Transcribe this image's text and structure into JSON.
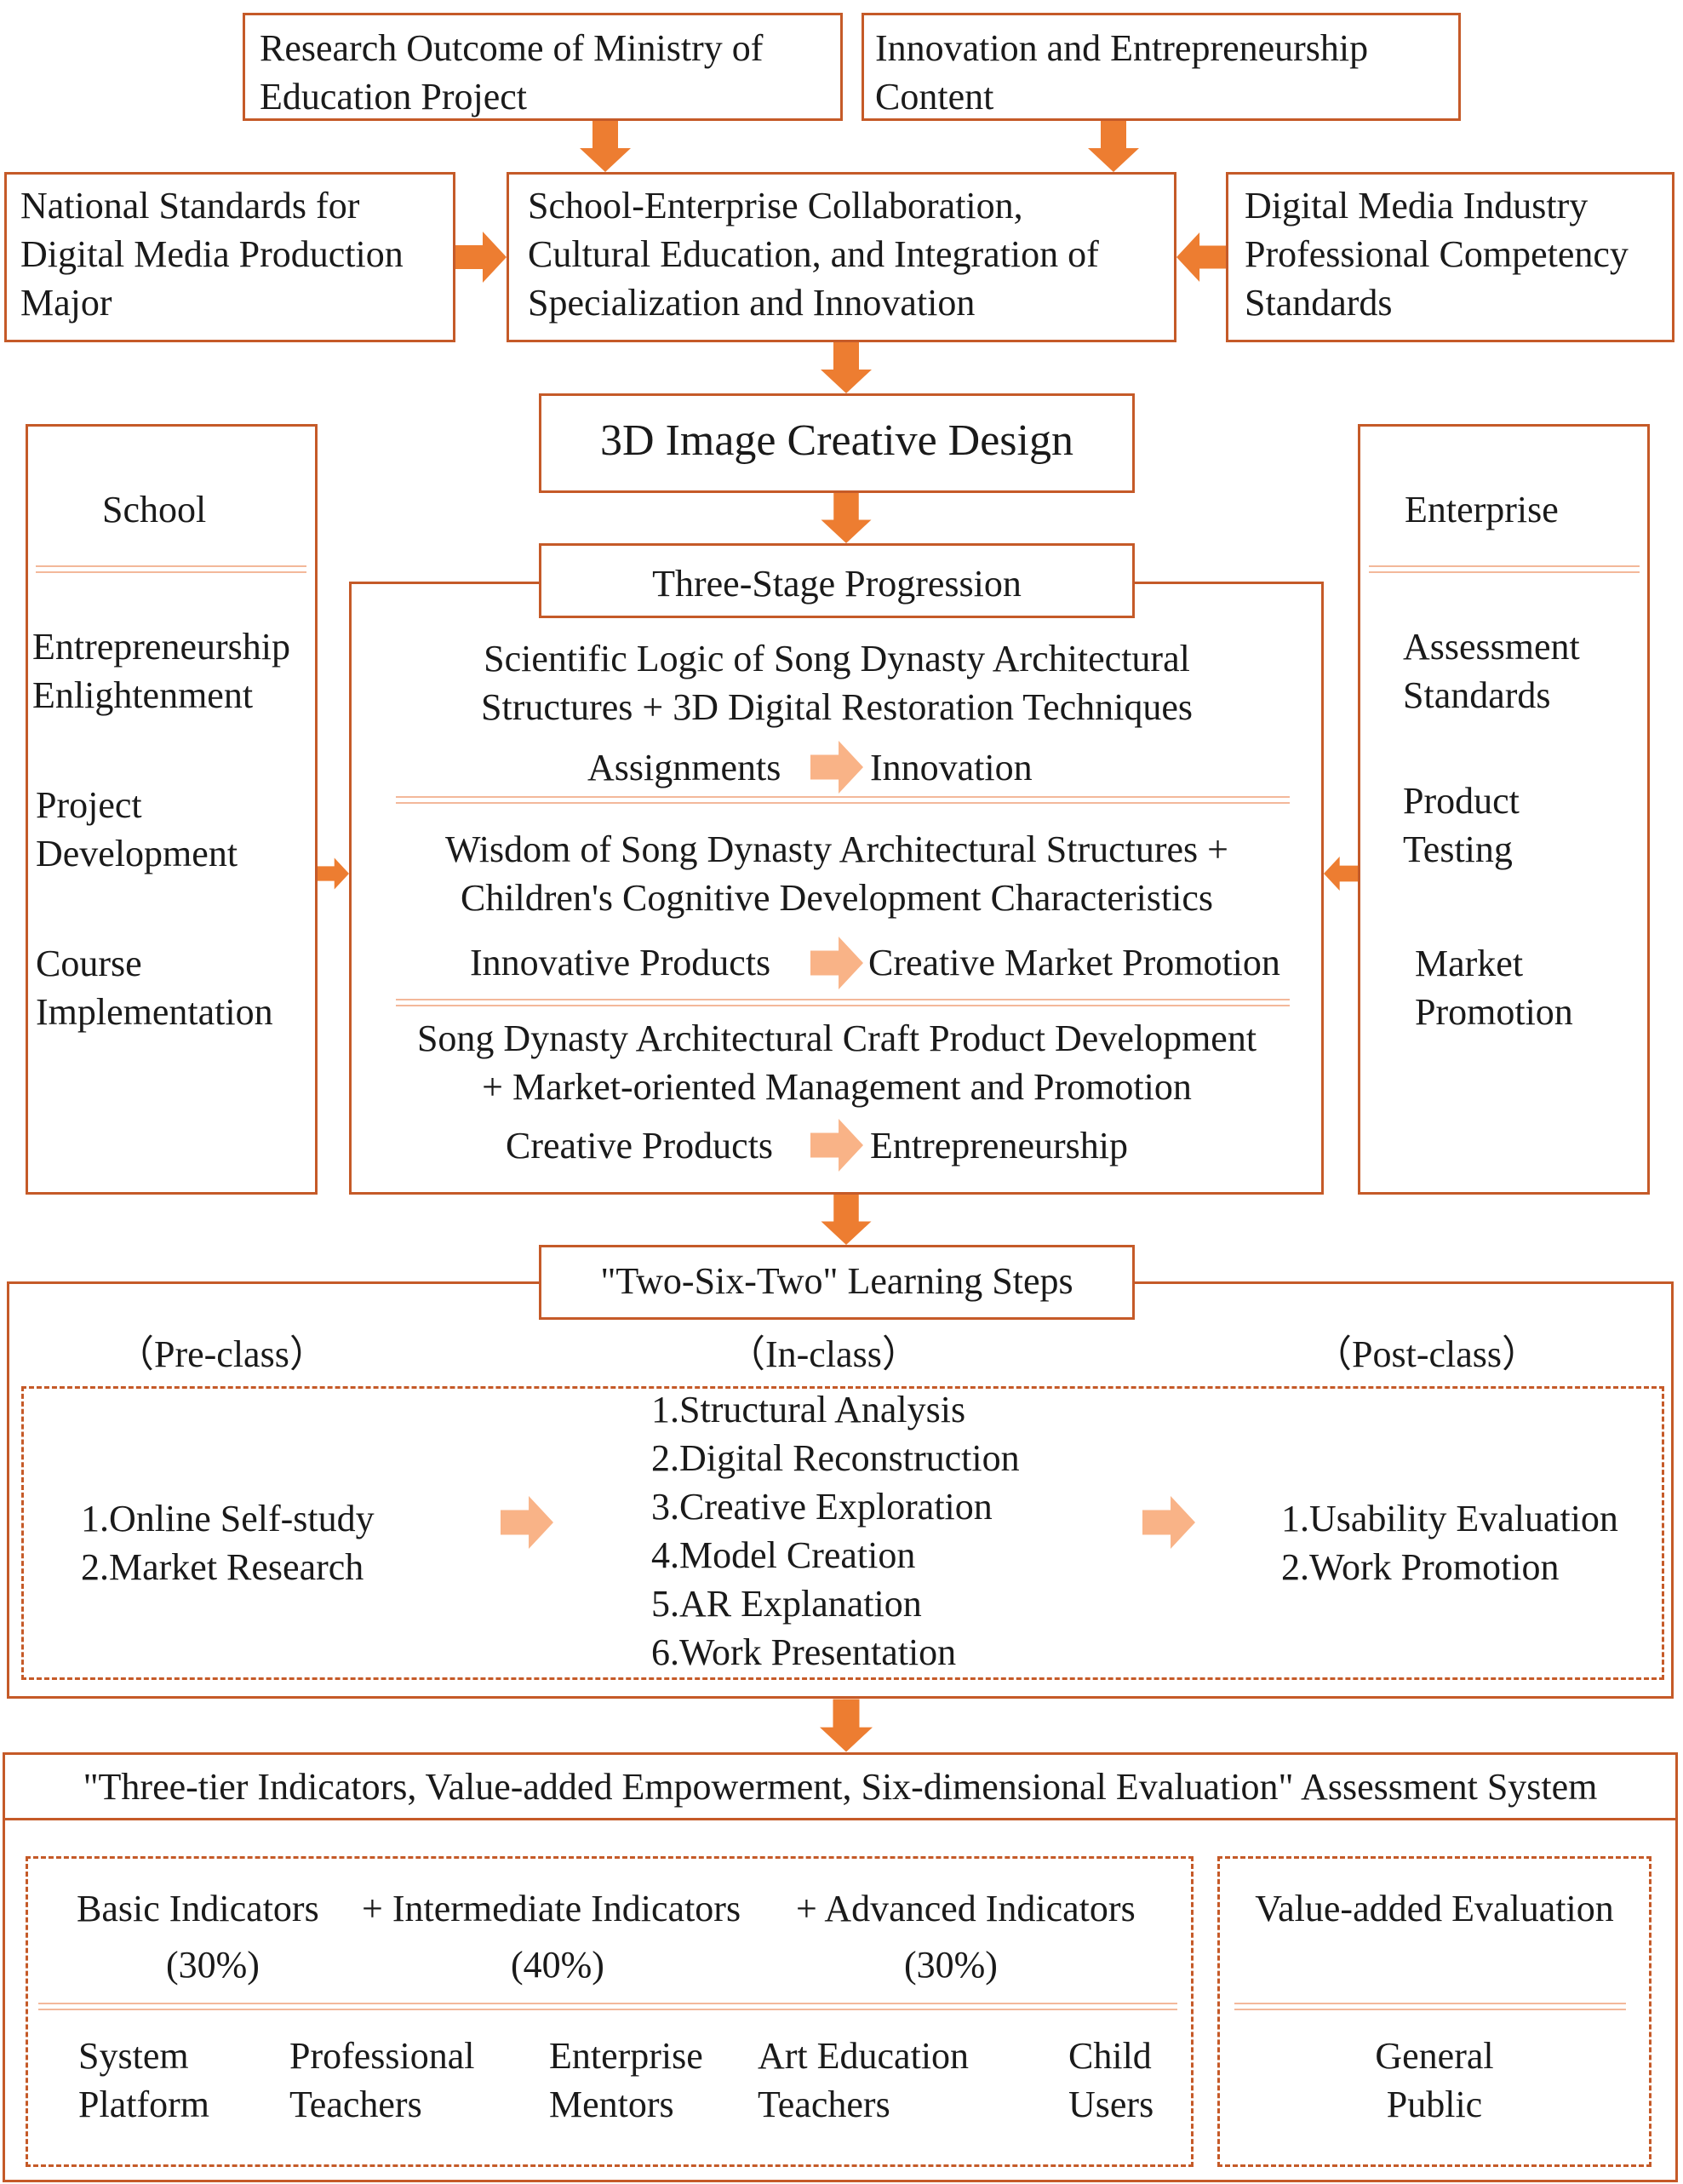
{
  "colors": {
    "border": "#c55a28",
    "arrow": "#ed7d31",
    "light_arrow": "#f9b387",
    "divider": "#f3b89a"
  },
  "inputs": {
    "research": [
      "Research Outcome of Ministry of",
      "Education Project"
    ],
    "innovation": [
      "Innovation and Entrepreneurship",
      "Content"
    ],
    "national": [
      "National Standards for",
      "Digital Media Production",
      "Major"
    ],
    "digital_industry": [
      "Digital Media Industry",
      "Professional Competency",
      "Standards"
    ]
  },
  "collaboration": [
    "School-Enterprise Collaboration,",
    "Cultural Education, and Integration of",
    "Specialization and Innovation"
  ],
  "course_title": "3D Image Creative Design",
  "school": {
    "title": "School",
    "items": [
      [
        "Entrepreneurship",
        "Enlightenment"
      ],
      [
        "Project",
        "Development"
      ],
      [
        "Course",
        "Implementation"
      ]
    ]
  },
  "enterprise": {
    "title": "Enterprise",
    "items": [
      [
        "Assessment",
        "Standards"
      ],
      [
        "Product",
        "Testing"
      ],
      [
        "Market",
        "Promotion"
      ]
    ]
  },
  "three_stage": {
    "title": "Three-Stage Progression",
    "stages": [
      {
        "lines": [
          "Scientific Logic of Song Dynasty Architectural",
          "Structures + 3D Digital Restoration Techniques"
        ],
        "from": "Assignments",
        "to": "Innovation"
      },
      {
        "lines": [
          "Wisdom of Song Dynasty Architectural Structures +",
          "Children's Cognitive Development Characteristics"
        ],
        "from": "Innovative Products",
        "to": "Creative Market Promotion"
      },
      {
        "lines": [
          "Song Dynasty Architectural Craft Product Development",
          "+ Market-oriented Management and Promotion"
        ],
        "from": "Creative Products",
        "to": "Entrepreneurship"
      }
    ]
  },
  "learning_steps": {
    "title": "\"Two-Six-Two\" Learning Steps",
    "phases": [
      "（Pre-class）",
      "（In-class）",
      "（Post-class）"
    ],
    "pre": [
      "1.Online Self-study",
      "2.Market Research"
    ],
    "in": [
      "1.Structural Analysis",
      "2.Digital Reconstruction",
      "3.Creative Exploration",
      "4.Model Creation",
      "5.AR Explanation",
      "6.Work Presentation"
    ],
    "post": [
      "1.Usability Evaluation",
      "2.Work Promotion"
    ]
  },
  "assessment": {
    "title": "\"Three-tier Indicators, Value-added Empowerment, Six-dimensional Evaluation\" Assessment System",
    "indicators": [
      {
        "label": "Basic Indicators",
        "weight": "(30%)"
      },
      {
        "label": "+ Intermediate Indicators",
        "weight": "(40%)"
      },
      {
        "label": "+ Advanced Indicators",
        "weight": "(30%)"
      }
    ],
    "evaluators": [
      [
        "System",
        "Platform"
      ],
      [
        "Professional",
        "Teachers"
      ],
      [
        "Enterprise",
        "Mentors"
      ],
      [
        "Art Education",
        "Teachers"
      ],
      [
        "Child",
        "Users"
      ]
    ],
    "value_added": {
      "title": "Value-added Evaluation",
      "evaluator": [
        "General",
        "Public"
      ]
    }
  }
}
